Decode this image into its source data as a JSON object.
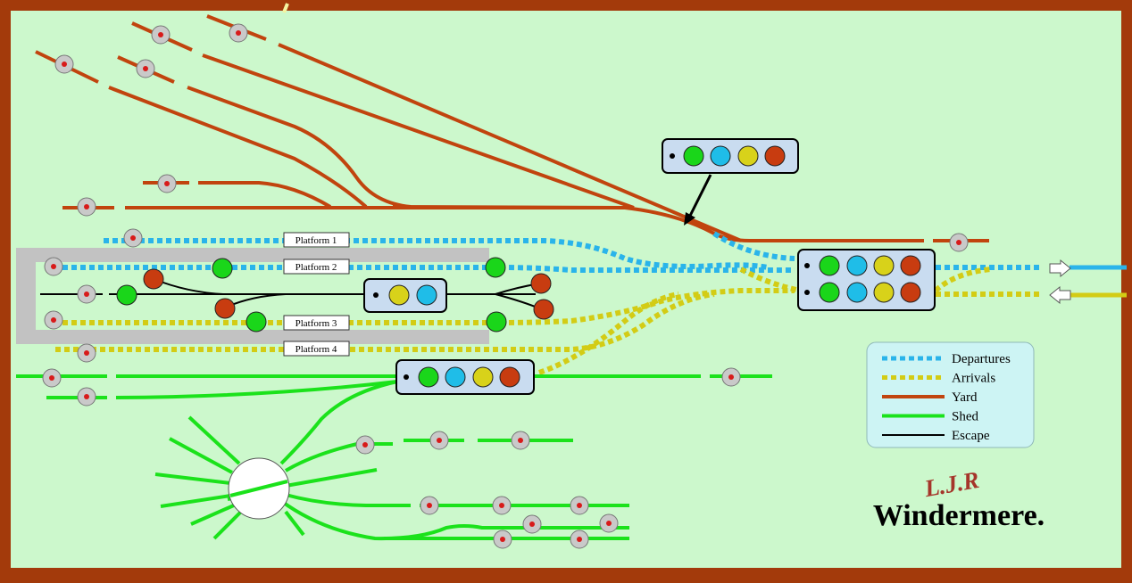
{
  "colors": {
    "border": "#a33a0b",
    "background": "#ccf8cc",
    "departures": "#2ab4ea",
    "arrivals": "#d3cc15",
    "yard": "#c1440e",
    "shed": "#1be21b",
    "escape": "#000000",
    "platform_area": "#c2c2c2",
    "signal_green": "#1ad61a",
    "signal_blue": "#1fbde8",
    "signal_yellow": "#d8d21a",
    "signal_red": "#c83c10",
    "panel_fill": "#c9dcf0",
    "legend_fill": "#cdf4f4",
    "title_red": "#a5352a",
    "buffer_fill": "#c9c9c9",
    "buffer_dot": "#d81a1a"
  },
  "platforms": [
    {
      "id": "p1",
      "label": "Platform 1"
    },
    {
      "id": "p2",
      "label": "Platform 2"
    },
    {
      "id": "p3",
      "label": "Platform 3"
    },
    {
      "id": "p4",
      "label": "Platform 4"
    }
  ],
  "legend": {
    "items": [
      {
        "label": "Departures",
        "style": "dashed",
        "color_key": "departures"
      },
      {
        "label": "Arrivals",
        "style": "dashed",
        "color_key": "arrivals"
      },
      {
        "label": "Yard",
        "style": "solid",
        "color_key": "yard"
      },
      {
        "label": "Shed",
        "style": "solid",
        "color_key": "shed"
      },
      {
        "label": "Escape",
        "style": "thin",
        "color_key": "escape"
      }
    ]
  },
  "title": {
    "company": "L.J.R",
    "station": "Windermere."
  },
  "control_panels": [
    {
      "name": "yard-signal-panel",
      "indicator_colors": [
        "signal_green",
        "signal_blue",
        "signal_yellow",
        "signal_red"
      ]
    },
    {
      "name": "main-signal-panel-top",
      "indicator_colors": [
        "signal_green",
        "signal_blue",
        "signal_yellow",
        "signal_red"
      ]
    },
    {
      "name": "main-signal-panel-bottom",
      "indicator_colors": [
        "signal_green",
        "signal_blue",
        "signal_yellow",
        "signal_red"
      ]
    },
    {
      "name": "escape-signal-panel",
      "indicator_colors": [
        "signal_yellow",
        "signal_blue"
      ]
    },
    {
      "name": "shed-signal-panel",
      "indicator_colors": [
        "signal_green",
        "signal_blue",
        "signal_yellow",
        "signal_red"
      ]
    }
  ],
  "arrows": [
    {
      "name": "departures-exit-arrow",
      "direction": "right"
    },
    {
      "name": "arrivals-entry-arrow",
      "direction": "left"
    }
  ]
}
